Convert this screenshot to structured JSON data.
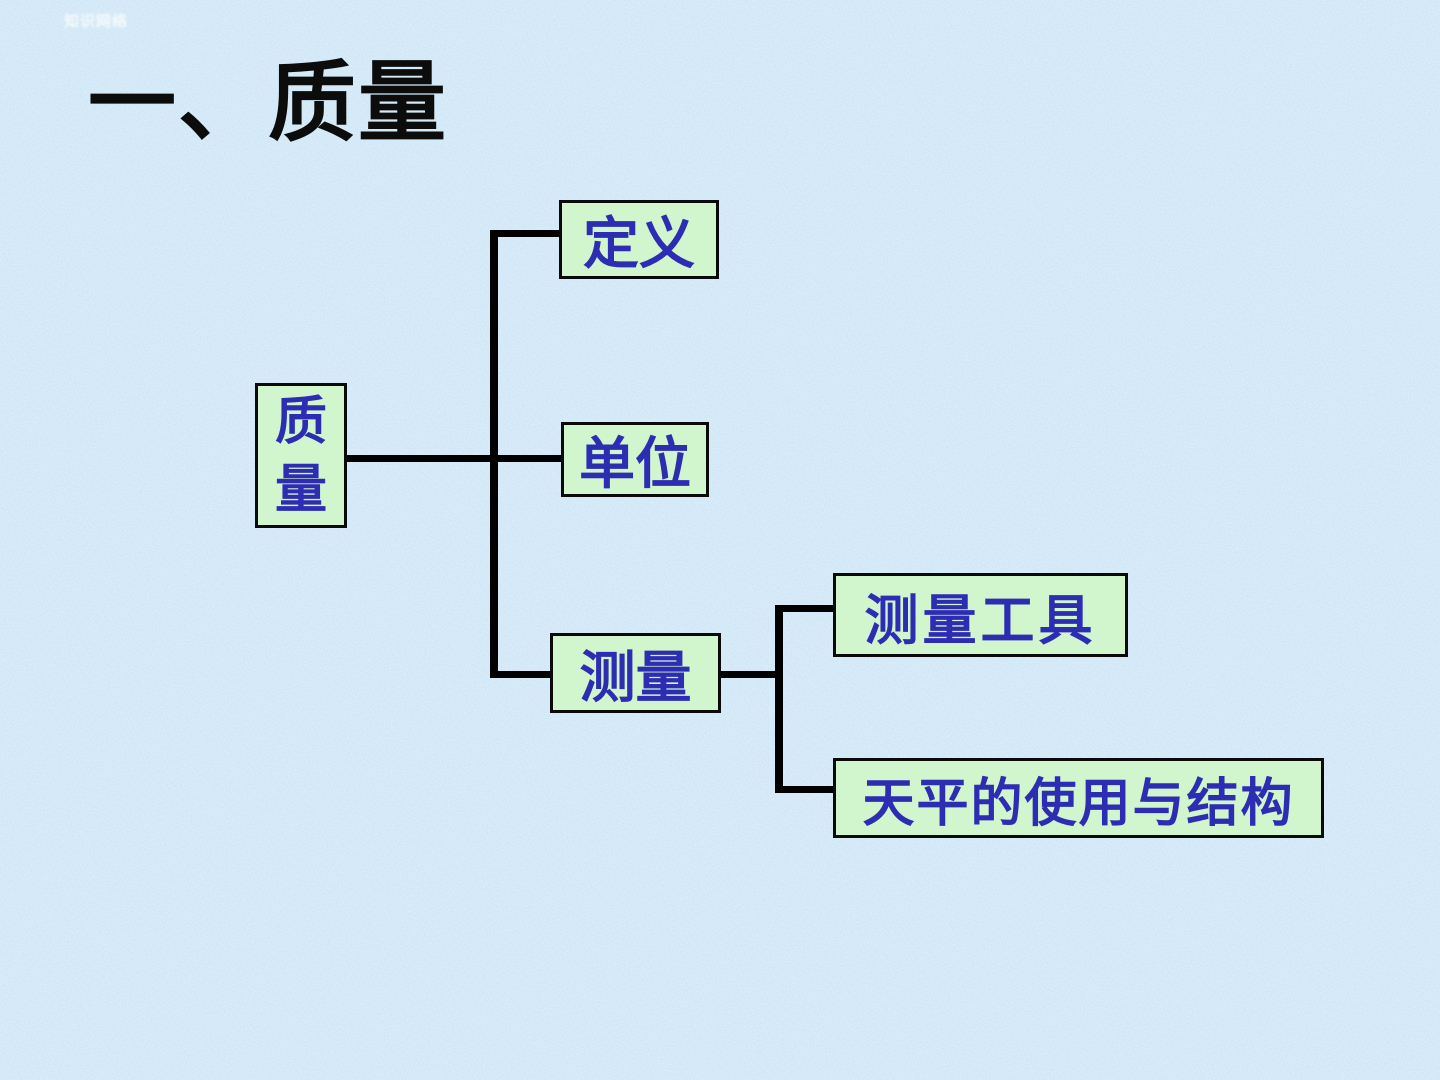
{
  "slide": {
    "watermark": "知识网络",
    "title": "一、质量",
    "colors": {
      "background": "#c9e3f5",
      "node_fill": "#d1f5cd",
      "node_border": "#0a0a0a",
      "node_text": "#2c2db2",
      "title_text": "#0c0c0c",
      "connector": "#000000"
    },
    "diagram": {
      "root": {
        "label": "质量"
      },
      "children": [
        {
          "label": "定义"
        },
        {
          "label": "单位"
        },
        {
          "label": "测量",
          "children": [
            {
              "label": "测量工具"
            },
            {
              "label": "天平的使用与结构"
            }
          ]
        }
      ]
    }
  }
}
